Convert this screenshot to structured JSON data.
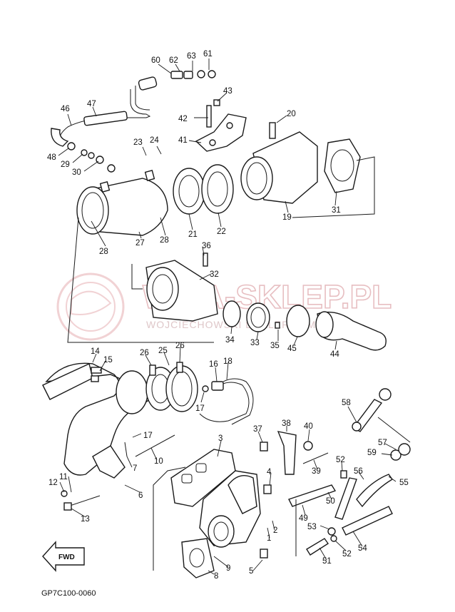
{
  "diagram": {
    "code": "GP7C100-0060",
    "fwd_label": "FWD",
    "watermark": {
      "main": "WMA-SKLEP.PL",
      "sub": "WOJCIECHOWSKI  DEALER  YAMAHA"
    },
    "callouts": [
      {
        "id": "60",
        "label": "60"
      },
      {
        "id": "62",
        "label": "62"
      },
      {
        "id": "63",
        "label": "63"
      },
      {
        "id": "61",
        "label": "61"
      },
      {
        "id": "46",
        "label": "46"
      },
      {
        "id": "47",
        "label": "47"
      },
      {
        "id": "43",
        "label": "43"
      },
      {
        "id": "42",
        "label": "42"
      },
      {
        "id": "20",
        "label": "20"
      },
      {
        "id": "41",
        "label": "41"
      },
      {
        "id": "23",
        "label": "23"
      },
      {
        "id": "24",
        "label": "24"
      },
      {
        "id": "48",
        "label": "48"
      },
      {
        "id": "29",
        "label": "29"
      },
      {
        "id": "30",
        "label": "30"
      },
      {
        "id": "19",
        "label": "19"
      },
      {
        "id": "31",
        "label": "31"
      },
      {
        "id": "21",
        "label": "21"
      },
      {
        "id": "22",
        "label": "22"
      },
      {
        "id": "27",
        "label": "27"
      },
      {
        "id": "28a",
        "label": "28"
      },
      {
        "id": "28b",
        "label": "28"
      },
      {
        "id": "36",
        "label": "36"
      },
      {
        "id": "32",
        "label": "32"
      },
      {
        "id": "34",
        "label": "34"
      },
      {
        "id": "33",
        "label": "33"
      },
      {
        "id": "35",
        "label": "35"
      },
      {
        "id": "45",
        "label": "45"
      },
      {
        "id": "44",
        "label": "44"
      },
      {
        "id": "14",
        "label": "14"
      },
      {
        "id": "15",
        "label": "15"
      },
      {
        "id": "26a",
        "label": "26"
      },
      {
        "id": "25",
        "label": "25"
      },
      {
        "id": "26b",
        "label": "26"
      },
      {
        "id": "16",
        "label": "16"
      },
      {
        "id": "18",
        "label": "18"
      },
      {
        "id": "17a",
        "label": "17"
      },
      {
        "id": "17b",
        "label": "17"
      },
      {
        "id": "58",
        "label": "58"
      },
      {
        "id": "37",
        "label": "37"
      },
      {
        "id": "38",
        "label": "38"
      },
      {
        "id": "40",
        "label": "40"
      },
      {
        "id": "3",
        "label": "3"
      },
      {
        "id": "57",
        "label": "57"
      },
      {
        "id": "59",
        "label": "59"
      },
      {
        "id": "10",
        "label": "10"
      },
      {
        "id": "52a",
        "label": "52"
      },
      {
        "id": "4",
        "label": "4"
      },
      {
        "id": "39",
        "label": "39"
      },
      {
        "id": "7",
        "label": "7"
      },
      {
        "id": "56",
        "label": "56"
      },
      {
        "id": "55",
        "label": "55"
      },
      {
        "id": "12",
        "label": "12"
      },
      {
        "id": "11",
        "label": "11"
      },
      {
        "id": "50",
        "label": "50"
      },
      {
        "id": "6",
        "label": "6"
      },
      {
        "id": "13",
        "label": "13"
      },
      {
        "id": "49",
        "label": "49"
      },
      {
        "id": "53",
        "label": "53"
      },
      {
        "id": "2",
        "label": "2"
      },
      {
        "id": "1",
        "label": "1"
      },
      {
        "id": "52b",
        "label": "52"
      },
      {
        "id": "54",
        "label": "54"
      },
      {
        "id": "9",
        "label": "9"
      },
      {
        "id": "51",
        "label": "51"
      },
      {
        "id": "5",
        "label": "5"
      },
      {
        "id": "8",
        "label": "8"
      }
    ]
  }
}
